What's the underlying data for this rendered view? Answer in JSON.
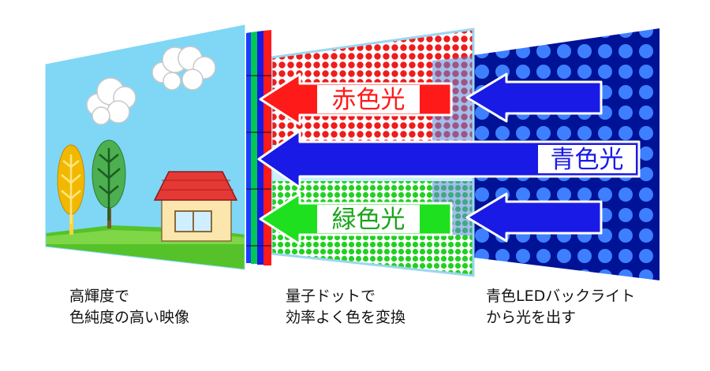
{
  "colors": {
    "red_light": "#ff0000",
    "green_light": "#00e000",
    "blue_light": "#1a1ae6",
    "led_panel": "#000f99",
    "led_dot": "#3a7bff",
    "sky": "#7fd7f5",
    "grass": "#55c22a"
  },
  "arrows": {
    "red_label": "赤色光",
    "blue_label": "青色光",
    "green_label": "緑色光"
  },
  "captions": {
    "display": [
      "高輝度で",
      "色純度の高い映像"
    ],
    "quantum_dot": [
      "量子ドットで",
      "効率よく色を変換"
    ],
    "backlight": [
      "青色LEDバックライト",
      "から光を出す"
    ]
  },
  "icons": {
    "cloud": "cloud-icon",
    "tree": "tree-icon",
    "house": "house-icon"
  }
}
